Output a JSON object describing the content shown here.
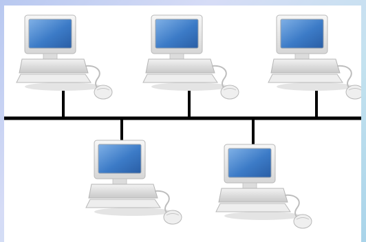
{
  "diagram": {
    "type": "bus-network-topology",
    "bus_color": "#000000",
    "screen_color": "#3c7bc7",
    "computer_body_color": "#e9e9e9",
    "computers": [
      {
        "id": "pc-top-left",
        "row": "top",
        "icon": "desktop-computer-icon"
      },
      {
        "id": "pc-top-center",
        "row": "top",
        "icon": "desktop-computer-icon"
      },
      {
        "id": "pc-top-right",
        "row": "top",
        "icon": "desktop-computer-icon"
      },
      {
        "id": "pc-bottom-left",
        "row": "bottom",
        "icon": "desktop-computer-icon"
      },
      {
        "id": "pc-bottom-right",
        "row": "bottom",
        "icon": "desktop-computer-icon"
      }
    ]
  }
}
